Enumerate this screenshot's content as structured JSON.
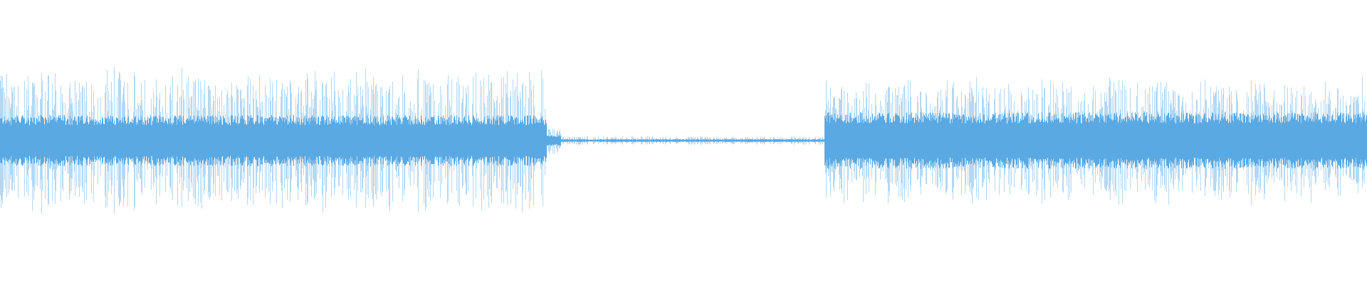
{
  "waveform": {
    "color": "#5aa9e3",
    "background": "#ffffff",
    "segments": [
      {
        "name": "audio-region-1",
        "start": 0.0,
        "end": 0.4,
        "peak": 0.48,
        "body": 0.18
      },
      {
        "name": "fade-out",
        "start": 0.375,
        "end": 0.41,
        "peak": 0.1,
        "body": 0.04
      },
      {
        "name": "near-silence",
        "start": 0.4,
        "end": 0.603,
        "peak": 0.03,
        "body": 0.01
      },
      {
        "name": "audio-region-2",
        "start": 0.603,
        "end": 1.0,
        "peak": 0.42,
        "body": 0.2
      }
    ]
  }
}
